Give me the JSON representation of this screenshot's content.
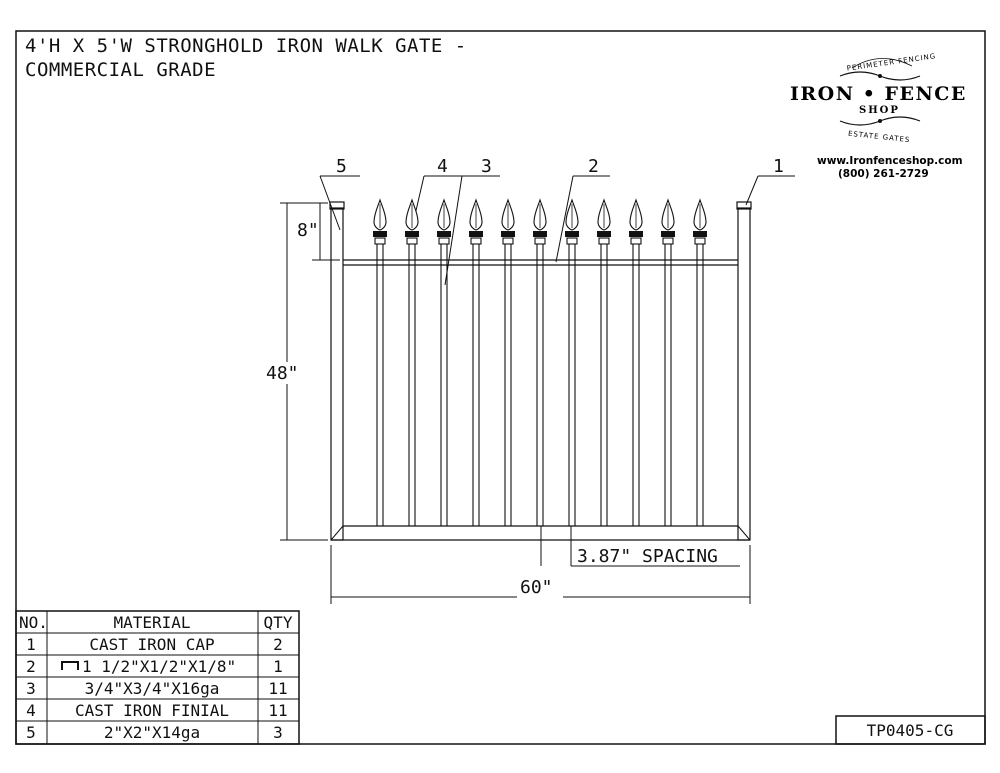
{
  "title": {
    "line1": "4'H X 5'W STRONGHOLD IRON WALK GATE -",
    "line2": "COMMERCIAL GRADE"
  },
  "logo": {
    "arc_top": "PERIMETER FENCING",
    "brand": "IRON • FENCE",
    "shop": "SHOP",
    "arc_bottom": "ESTATE GATES",
    "website": "www.Ironfenceshop.com",
    "phone": "(800) 261-2729"
  },
  "callouts": [
    "5",
    "4",
    "3",
    "2",
    "1"
  ],
  "dimensions": {
    "finial_height": "8\"",
    "gate_height": "48\"",
    "spacing": "3.87\" SPACING",
    "gate_width": "60\""
  },
  "picket_count": 11,
  "materials_table": {
    "headers": [
      "NO.",
      "MATERIAL",
      "QTY"
    ],
    "rows": [
      {
        "no": "1",
        "material": "CAST IRON CAP",
        "qty": "2"
      },
      {
        "no": "2",
        "material": "1 1/2\"X1/2\"X1/8\"",
        "qty": "1"
      },
      {
        "no": "3",
        "material": "3/4\"X3/4\"X16ga",
        "qty": "11"
      },
      {
        "no": "4",
        "material": "CAST IRON FINIAL",
        "qty": "11"
      },
      {
        "no": "5",
        "material": "2\"X2\"X14ga",
        "qty": "3"
      }
    ]
  },
  "drawing_number": "TP0405-CG"
}
